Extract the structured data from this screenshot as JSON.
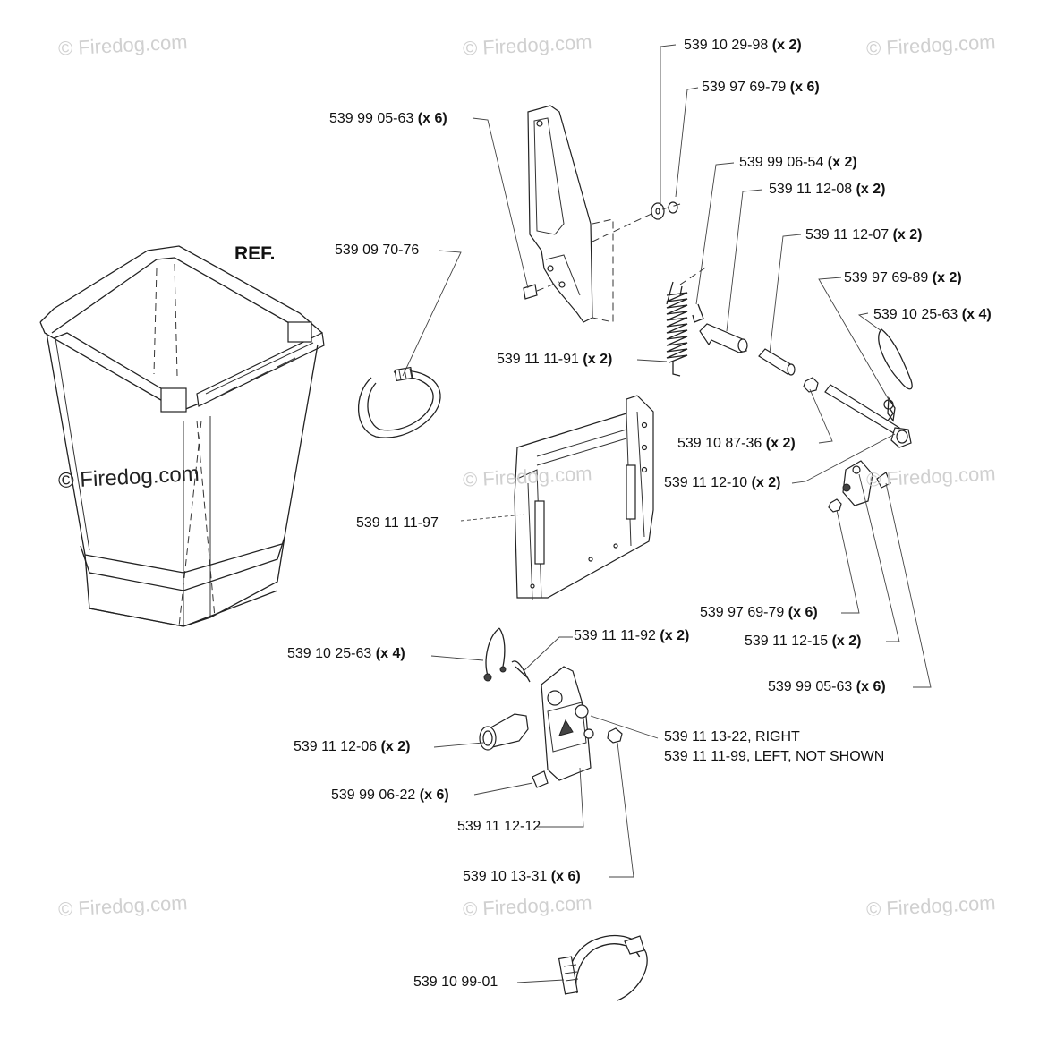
{
  "watermark": "© Firedog.com",
  "ref_label": "REF.",
  "parts": [
    {
      "id": "p1",
      "number": "539 10 29-98",
      "qty": "(x 2)",
      "extra": ""
    },
    {
      "id": "p2",
      "number": "539 97 69-79",
      "qty": "(x 6)",
      "extra": ""
    },
    {
      "id": "p3",
      "number": "539 99 05-63",
      "qty": "(x 6)",
      "extra": ""
    },
    {
      "id": "p4",
      "number": "539 99 06-54",
      "qty": "(x 2)",
      "extra": ""
    },
    {
      "id": "p5",
      "number": "539 11 12-08",
      "qty": "(x 2)",
      "extra": ""
    },
    {
      "id": "p6",
      "number": "539 09 70-76",
      "qty": "",
      "extra": ""
    },
    {
      "id": "p7",
      "number": "539 11 12-07",
      "qty": "(x 2)",
      "extra": ""
    },
    {
      "id": "p8",
      "number": "539 97 69-89",
      "qty": "(x 2)",
      "extra": ""
    },
    {
      "id": "p9",
      "number": "539 10 25-63",
      "qty": "(x 4)",
      "extra": ""
    },
    {
      "id": "p10",
      "number": "539 11 11-91",
      "qty": "(x 2)",
      "extra": ""
    },
    {
      "id": "p11",
      "number": "539 10 87-36",
      "qty": "(x 2)",
      "extra": ""
    },
    {
      "id": "p12",
      "number": "539 11 12-10",
      "qty": "(x 2)",
      "extra": ""
    },
    {
      "id": "p13",
      "number": "539 11 11-97",
      "qty": "",
      "extra": ""
    },
    {
      "id": "p14",
      "number": "539 97 69-79",
      "qty": "(x 6)",
      "extra": ""
    },
    {
      "id": "p15",
      "number": "539 11 12-15",
      "qty": "(x 2)",
      "extra": ""
    },
    {
      "id": "p16",
      "number": "539 10 25-63",
      "qty": "(x 4)",
      "extra": ""
    },
    {
      "id": "p17",
      "number": "539 11 11-92",
      "qty": "(x 2)",
      "extra": ""
    },
    {
      "id": "p18",
      "number": "539 99 05-63",
      "qty": "(x 6)",
      "extra": ""
    },
    {
      "id": "p19",
      "number": "539 11 13-22, RIGHT",
      "qty": "",
      "extra": "539 11 11-99, LEFT, NOT SHOWN"
    },
    {
      "id": "p20",
      "number": "539 11 12-06",
      "qty": "(x 2)",
      "extra": ""
    },
    {
      "id": "p21",
      "number": "539 99 06-22",
      "qty": "(x 6)",
      "extra": ""
    },
    {
      "id": "p22",
      "number": "539 11 12-12",
      "qty": "",
      "extra": ""
    },
    {
      "id": "p23",
      "number": "539 10 13-31",
      "qty": "(x 6)",
      "extra": ""
    },
    {
      "id": "p24",
      "number": "539 10 99-01",
      "qty": "",
      "extra": ""
    }
  ]
}
